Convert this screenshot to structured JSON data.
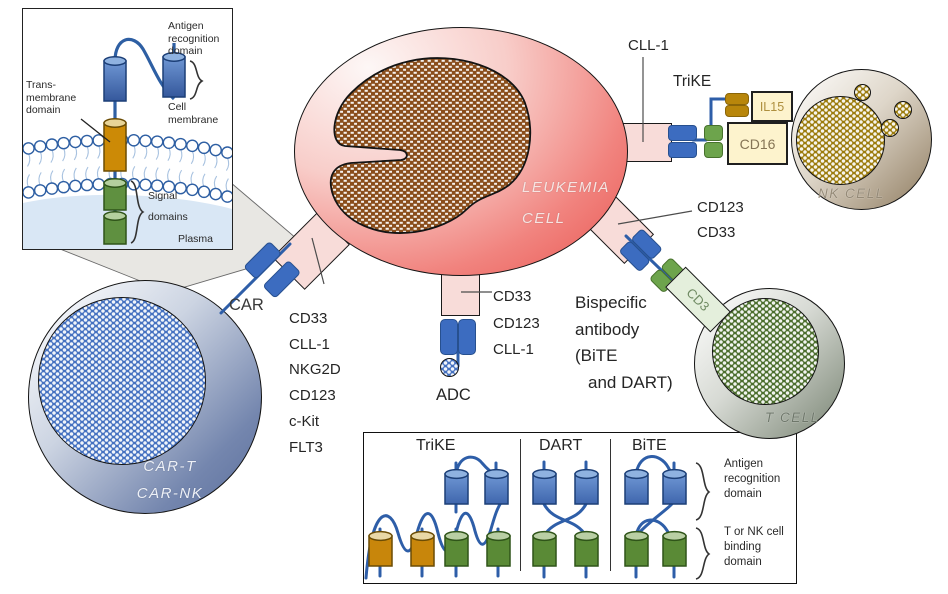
{
  "colors": {
    "antibody_blue": "#3c6cc0",
    "binder_green": "#6da44c",
    "il15_orange": "#b8860b",
    "stalk_pink": "#f8dcd9",
    "receptor_cream": "#fdf3cd",
    "cd3_green": "#e4efdc",
    "leukemia_red": "#e95550",
    "car_blue": "#5b6e9c",
    "nk_tan": "#8f7f5e",
    "t_gray": "#7d877a"
  },
  "inset": {
    "antigen_label": [
      "Antigen",
      "recognition",
      "domain"
    ],
    "transmembrane_label": [
      "Trans-",
      "membrane",
      "domain"
    ],
    "cell_membrane_label": [
      "Cell",
      "membrane"
    ],
    "signal_label": [
      "Signal",
      "domains"
    ],
    "plasma_label": "Plasma"
  },
  "leukemia": {
    "name_lines": [
      "LEUKEMIA",
      "CELL"
    ]
  },
  "car": {
    "label": "CAR",
    "cell_name_lines": [
      "CAR-T",
      "CAR-NK"
    ],
    "targets": [
      "CD33",
      "CLL-1",
      "NKG2D",
      "CD123",
      "c-Kit",
      "FLT3"
    ]
  },
  "adc": {
    "label": "ADC",
    "targets": [
      "CD33",
      "CD123",
      "CLL-1"
    ]
  },
  "trike": {
    "label": "TriKE",
    "target": "CLL-1",
    "il15": "IL15",
    "cd16": "CD16"
  },
  "nk": {
    "name": "NK CELL"
  },
  "t": {
    "name": "T CELL"
  },
  "bispecific": {
    "desc_lines": [
      "Bispecific",
      "antibody",
      "(BiTE",
      "and DART)"
    ],
    "targets": [
      "CD123",
      "CD33"
    ],
    "cd3": "CD3"
  },
  "legend": {
    "columns": [
      "TriKE",
      "DART",
      "BiTE"
    ],
    "antigen_label": [
      "Antigen",
      "recognition",
      "domain"
    ],
    "binding_label": [
      "T or NK cell",
      "binding",
      "domain"
    ]
  }
}
